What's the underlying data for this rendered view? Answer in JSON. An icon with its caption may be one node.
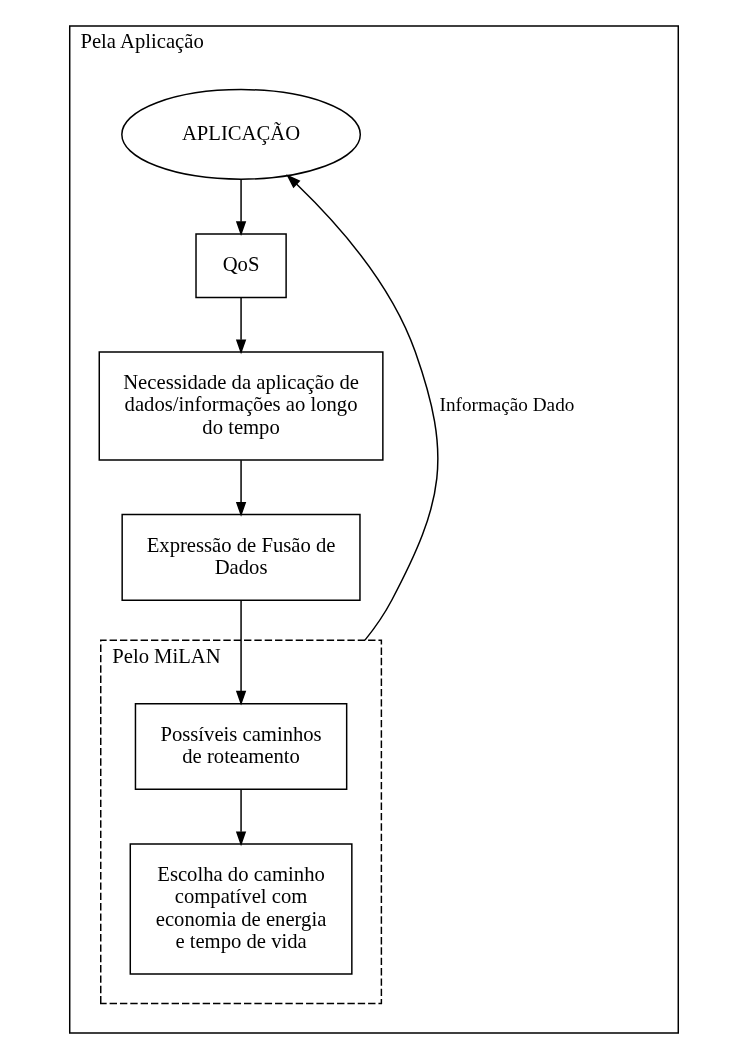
{
  "diagram": {
    "nodes": [
      {
        "text": [
          "Pela Aplicação"
        ]
      },
      {
        "text": [
          "APLICAÇÃO"
        ],
        "in": 0
      },
      {
        "text": [
          "QoS"
        ],
        "in": 0
      },
      {
        "text": [
          "Necessidade da aplicação de dados/informações ao longo do tempo"
        ],
        "in": 0
      },
      {
        "text": [
          "Expressão de Fusão de Dados"
        ],
        "in": 0
      },
      {
        "text": [
          "Pelo MiLAN"
        ],
        "in": 0
      },
      {
        "text": [
          "Possíveis caminhos de roteamento"
        ],
        "in": 5
      },
      {
        "text": [
          "Escolha do caminho compatível com economia de energia e tempo de vida"
        ],
        "in": 5
      }
    ],
    "edges": [
      {
        "from": 1,
        "to": 2,
        "arrow": "to"
      },
      {
        "from": 2,
        "to": 3,
        "arrow": "to"
      },
      {
        "from": 3,
        "to": 4,
        "arrow": "to"
      },
      {
        "from": 4,
        "to": 6,
        "arrow": "to"
      },
      {
        "from": 6,
        "to": 7,
        "arrow": "to"
      },
      {
        "from": 5,
        "to": 1,
        "arrow": "to",
        "label": "Informação Dado"
      }
    ]
  }
}
